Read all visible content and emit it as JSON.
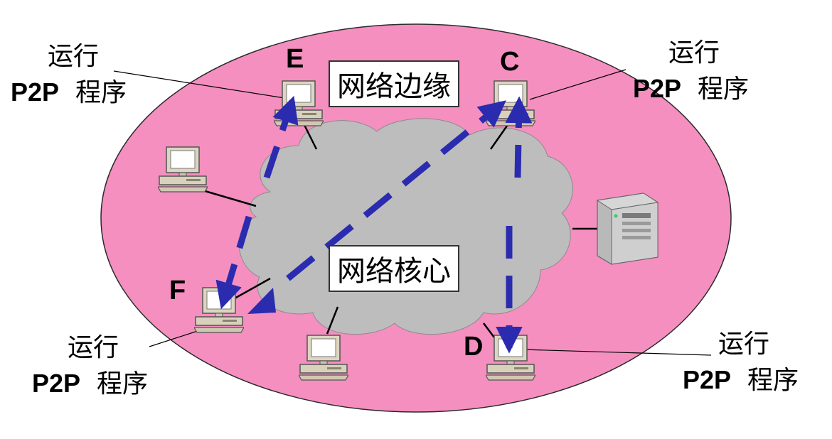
{
  "diagram": {
    "edge_label": "网络边缘",
    "core_label": "网络核心",
    "nodes": {
      "E": "E",
      "C": "C",
      "F": "F",
      "D": "D"
    },
    "annotations": {
      "E": {
        "line1": "运行",
        "p2p": "P2P",
        "program": "程序"
      },
      "C": {
        "line1": "运行",
        "p2p": "P2P",
        "program": "程序"
      },
      "F": {
        "line1": "运行",
        "p2p": "P2P",
        "program": "程序"
      },
      "D": {
        "line1": "运行",
        "p2p": "P2P",
        "program": "程序"
      }
    },
    "colors": {
      "edge_region": "#f48fbf",
      "core_cloud": "#bdbdbd",
      "p2p_arrows": "#2b2bb0"
    },
    "p2p_flows": [
      {
        "from": "E",
        "to": "F",
        "style": "dashed-arrow"
      },
      {
        "from": "F",
        "to": "E",
        "style": "dashed-arrow"
      },
      {
        "from": "F",
        "to": "C",
        "style": "dashed-arrow"
      },
      {
        "from": "C",
        "to": "F",
        "style": "dashed-arrow"
      },
      {
        "from": "C",
        "to": "D",
        "style": "dashed-arrow"
      }
    ],
    "extra_hosts": [
      "desktop-pc",
      "desktop-pc",
      "server"
    ]
  }
}
